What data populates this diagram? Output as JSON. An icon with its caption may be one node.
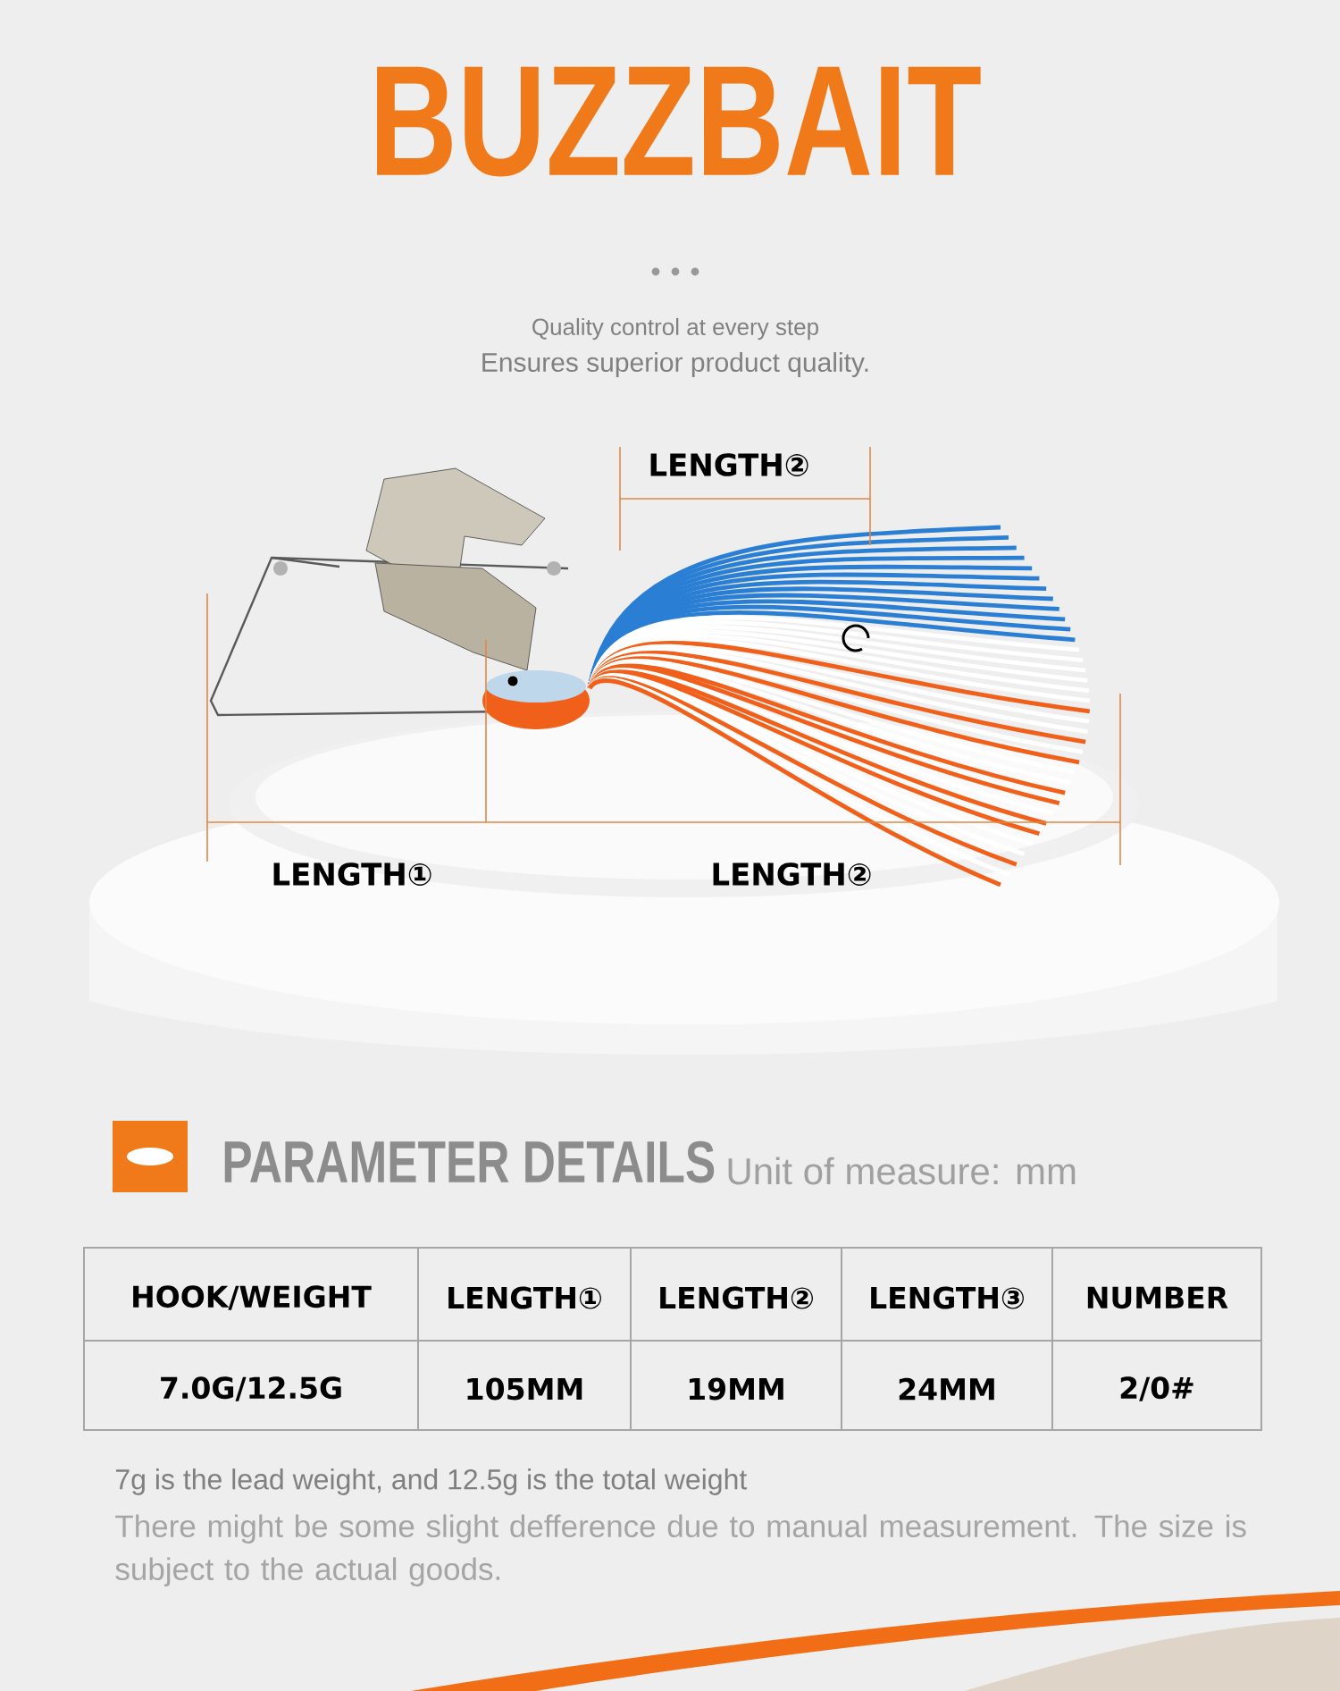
{
  "diagram": {
    "title": "BUZZBAIT",
    "labels": [
      "Quality control at every step",
      "Ensures superior product quality.",
      "LENGTH②",
      "LENGTH①",
      "LENGTH②",
      "PARAMETER DETAILS",
      "Unit of measure: mm",
      "HOOK/WEIGHT",
      "LENGTH①",
      "LENGTH②",
      "LENGTH③",
      "NUMBER",
      "7.0G/12.5G",
      "105MM",
      "19MM",
      "24MM",
      "2/0#",
      "7g is the lead weight, and 12.5g is the total weight",
      "There might be some slight defference due to manual measurement. The size is subject to the actual goods."
    ]
  }
}
